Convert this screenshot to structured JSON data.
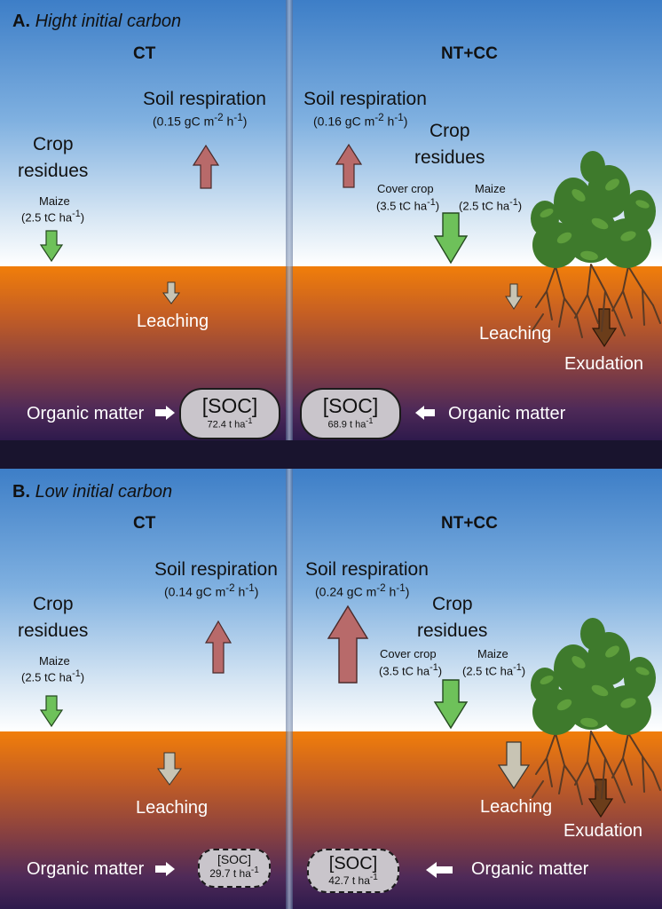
{
  "colors": {
    "respiration_arrow": "#b86a6a",
    "residue_arrow": "#6ec15a",
    "leaching_arrow": "#c8c4b4",
    "exudation_arrow": "#6b3d1a",
    "organic_arrow": "#ffffff",
    "soc_pill": "#c9c5cb"
  },
  "panels": [
    {
      "label_letter": "A.",
      "label_text": "Hight initial carbon",
      "left": {
        "heading": "CT",
        "respiration_label": "Soil respiration",
        "respiration_value": "(0.15 gC m",
        "respiration_exp1": "-2",
        "respiration_mid": " h",
        "respiration_exp2": "-1",
        "respiration_end": ")",
        "residues_line1": "Crop",
        "residues_line2": "residues",
        "maize_label": "Maize",
        "maize_value": "(2.5 tC ha",
        "maize_exp": "-1",
        "maize_end": ")",
        "leaching": "Leaching",
        "organic_matter": "Organic matter",
        "soc_label": "[SOC]",
        "soc_value": "72.4 t ha",
        "soc_exp": "-1"
      },
      "right": {
        "heading": "NT+CC",
        "respiration_label": "Soil respiration",
        "respiration_value": "(0.16 gC m",
        "respiration_exp1": "-2",
        "respiration_mid": " h",
        "respiration_exp2": "-1",
        "respiration_end": ")",
        "residues_line1": "Crop",
        "residues_line2": "residues",
        "cover_label": "Cover crop",
        "cover_value": "(3.5 tC ha",
        "cover_exp": "-1",
        "cover_end": ")",
        "maize_label": "Maize",
        "maize_value": "(2.5 tC ha",
        "maize_exp": "-1",
        "maize_end": ")",
        "leaching": "Leaching",
        "exudation": "Exudation",
        "organic_matter": "Organic matter",
        "soc_label": "[SOC]",
        "soc_value": "68.9 t ha",
        "soc_exp": "-1"
      }
    },
    {
      "label_letter": "B.",
      "label_text": "Low initial carbon",
      "left": {
        "heading": "CT",
        "respiration_label": "Soil respiration",
        "respiration_value": "(0.14 gC m",
        "respiration_exp1": "-2",
        "respiration_mid": " h",
        "respiration_exp2": "-1",
        "respiration_end": ")",
        "residues_line1": "Crop",
        "residues_line2": "residues",
        "maize_label": "Maize",
        "maize_value": "(2.5 tC ha",
        "maize_exp": "-1",
        "maize_end": ")",
        "leaching": "Leaching",
        "organic_matter": "Organic matter",
        "soc_label": "[SOC]",
        "soc_value": "29.7 t ha",
        "soc_exp": "-1"
      },
      "right": {
        "heading": "NT+CC",
        "respiration_label": "Soil respiration",
        "respiration_value": "(0.24 gC m",
        "respiration_exp1": "-2",
        "respiration_mid": " h",
        "respiration_exp2": "-1",
        "respiration_end": ")",
        "residues_line1": "Crop",
        "residues_line2": "residues",
        "cover_label": "Cover crop",
        "cover_value": "(3.5 tC ha",
        "cover_exp": "-1",
        "cover_end": ")",
        "maize_label": "Maize",
        "maize_value": "(2.5 tC ha",
        "maize_exp": "-1",
        "maize_end": ")",
        "leaching": "Leaching",
        "exudation": "Exudation",
        "organic_matter": "Organic matter",
        "soc_label": "[SOC]",
        "soc_value": "42.7 t ha",
        "soc_exp": "-1"
      }
    }
  ]
}
